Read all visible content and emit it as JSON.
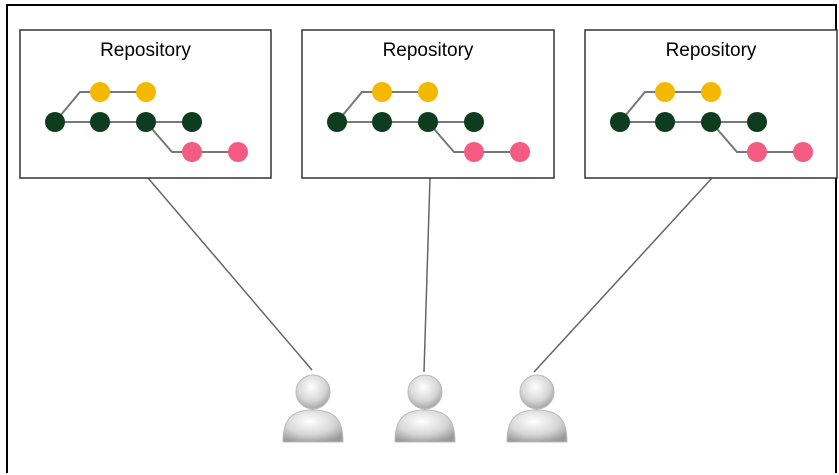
{
  "repositories": [
    {
      "title": "Repository"
    },
    {
      "title": "Repository"
    },
    {
      "title": "Repository"
    }
  ],
  "colors": {
    "main_commit": "#0d3d1e",
    "feature_commit": "#f5b800",
    "branch_commit": "#f45b82",
    "line": "#666666",
    "box_border": "#333333",
    "user": "#c8c8c8"
  },
  "icons": {
    "user": "user-icon"
  }
}
